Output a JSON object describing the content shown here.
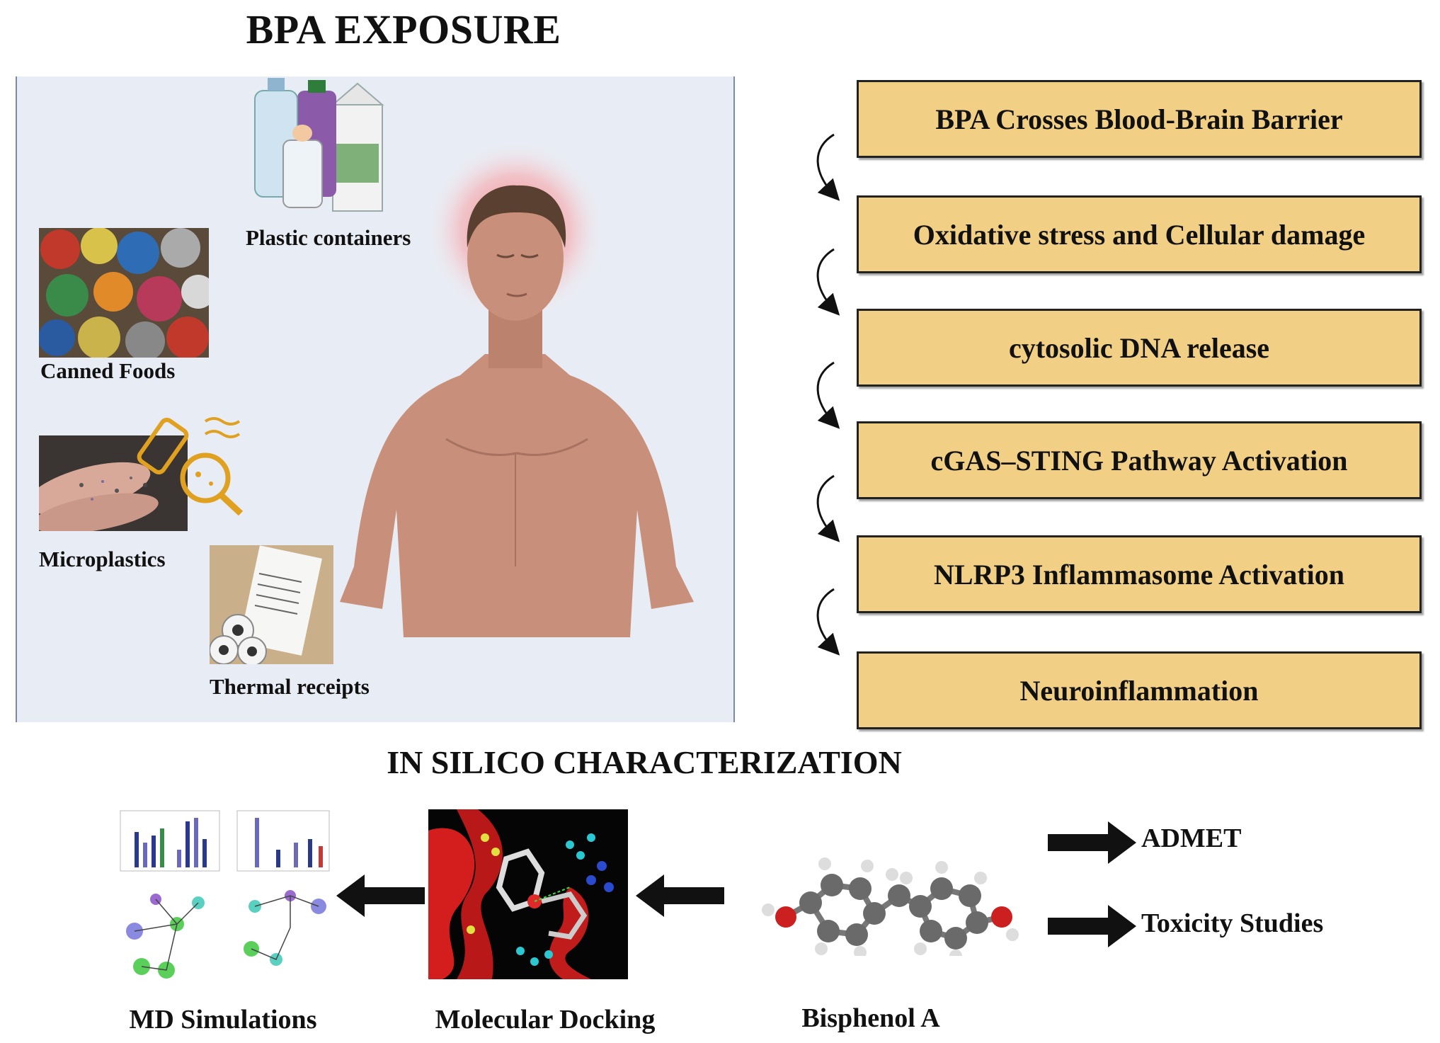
{
  "title": "BPA EXPOSURE",
  "sources": [
    {
      "label": "Plastic containers"
    },
    {
      "label": "Canned Foods"
    },
    {
      "label": "Microplastics"
    },
    {
      "label": "Thermal receipts"
    }
  ],
  "pathway_steps": [
    "BPA Crosses Blood-Brain Barrier",
    "Oxidative stress and Cellular damage",
    "cytosolic DNA release",
    "cGAS–STING Pathway Activation",
    "NLRP3 Inflammasome Activation",
    "Neuroinflammation"
  ],
  "in_silico": {
    "title": "IN SILICO CHARACTERIZATION",
    "md_label": "MD Simulations",
    "docking_label": "Molecular Docking",
    "compound_label": "Bisphenol A",
    "analyses": [
      "ADMET",
      "Toxicity Studies"
    ]
  },
  "colors": {
    "step_fill": "#f1cf85",
    "panel_bg": "#e8ecf4",
    "skin": "#c8907a"
  }
}
